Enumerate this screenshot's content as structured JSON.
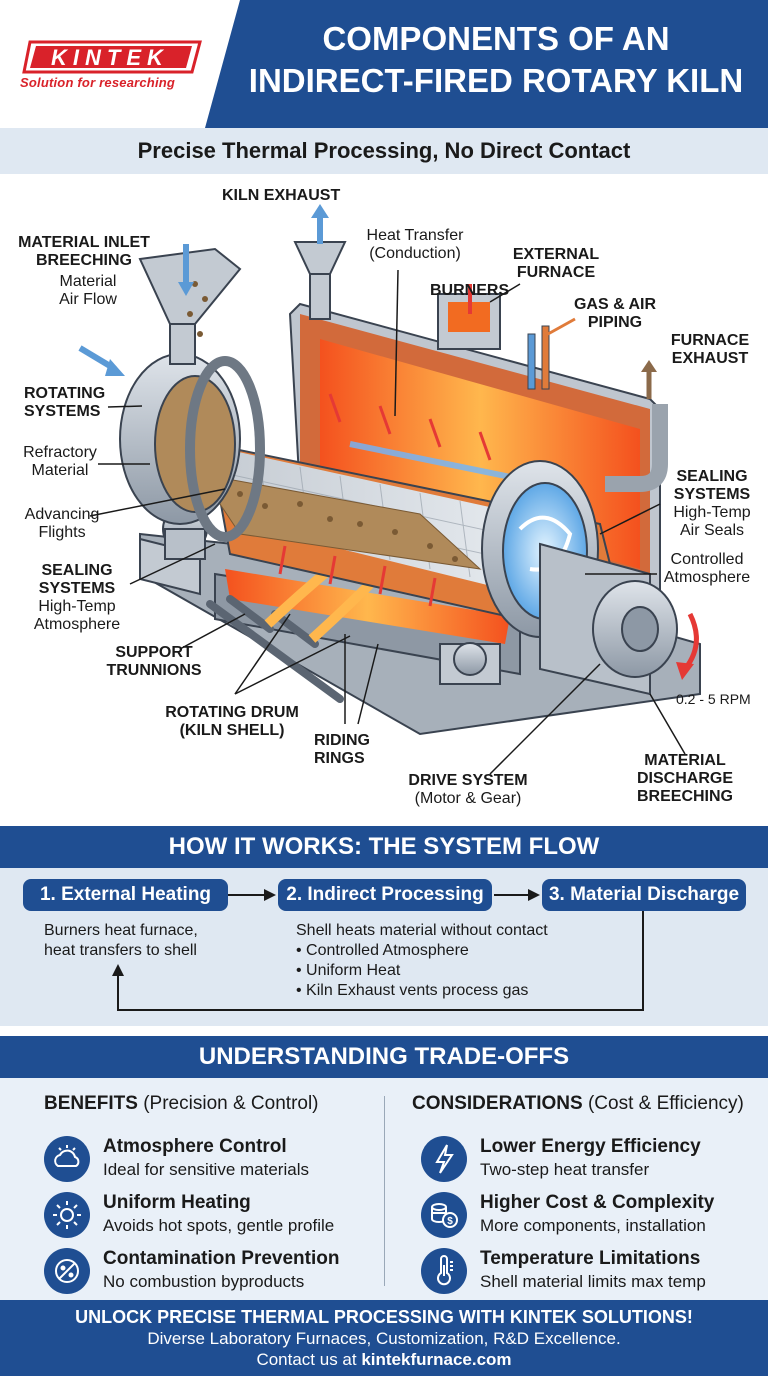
{
  "header": {
    "logo_text": "KINTEK",
    "tagline": "Solution for researching",
    "title_line1": "COMPONENTS OF AN",
    "title_line2": "INDIRECT-FIRED ROTARY KILN",
    "subtitle": "Precise Thermal Processing, No Direct Contact"
  },
  "diagram_labels": {
    "kiln_exhaust": "KILN EXHAUST",
    "material_inlet_1": "MATERIAL INLET",
    "material_inlet_2": "BREECHING",
    "material_air_1": "Material",
    "material_air_2": "Air Flow",
    "heat_transfer_1": "Heat Transfer",
    "heat_transfer_2": "(Conduction)",
    "external_furnace_1": "EXTERNAL",
    "external_furnace_2": "FURNACE",
    "burners": "BURNERS",
    "gas_air_1": "GAS & AIR",
    "gas_air_2": "PIPING",
    "furnace_exhaust_1": "FURNACE",
    "furnace_exhaust_2": "EXHAUST",
    "rotating_systems_1": "ROTATING",
    "rotating_systems_2": "SYSTEMS",
    "refractory_1": "Refractory",
    "refractory_2": "Material",
    "advancing_1": "Advancing",
    "advancing_2": "Flights",
    "sealing_left_1": "SEALING",
    "sealing_left_2": "SYSTEMS",
    "sealing_left_3": "High-Temp",
    "sealing_left_4": "Atmosphere",
    "sealing_right_1": "SEALING",
    "sealing_right_2": "SYSTEMS",
    "sealing_right_3": "High-Temp",
    "sealing_right_4": "Air Seals",
    "controlled_1": "Controlled",
    "controlled_2": "Atmosphere",
    "support_1": "SUPPORT",
    "support_2": "TRUNNIONS",
    "drum_1": "ROTATING DRUM",
    "drum_2": "(KILN SHELL)",
    "riding_1": "RIDING",
    "riding_2": "RINGS",
    "rpm": "0.2 - 5 RPM",
    "drive_1": "DRIVE SYSTEM",
    "drive_2": "(Motor & Gear)",
    "discharge_1": "MATERIAL",
    "discharge_2": "DISCHARGE",
    "discharge_3": "BREECHING"
  },
  "how_it_works": {
    "heading": "HOW IT WORKS: THE SYSTEM FLOW",
    "step1": "1. External Heating",
    "step2": "2. Indirect Processing",
    "step3": "3. Material Discharge",
    "step1_desc_1": "Burners heat furnace,",
    "step1_desc_2": "heat transfers to shell",
    "step2_desc": "Shell heats material without contact",
    "step2_bullets": [
      "• Controlled Atmosphere",
      "• Uniform Heat",
      "• Kiln Exhaust vents process gas"
    ]
  },
  "tradeoffs": {
    "heading": "UNDERSTANDING TRADE-OFFS",
    "benefits_bold": "BENEFITS",
    "benefits_rest": " (Precision & Control)",
    "considerations_bold": "CONSIDERATIONS",
    "considerations_rest": " (Cost & Efficiency)",
    "benefits": [
      {
        "title": "Atmosphere Control",
        "desc": "Ideal for sensitive materials",
        "icon": "cloud-sun-icon"
      },
      {
        "title": "Uniform Heating",
        "desc": "Avoids hot spots, gentle profile",
        "icon": "sun-icon"
      },
      {
        "title": "Contamination Prevention",
        "desc": "No combustion byproducts",
        "icon": "no-contamination-icon"
      }
    ],
    "considerations": [
      {
        "title": "Lower Energy Efficiency",
        "desc": "Two-step heat transfer",
        "icon": "lightning-icon"
      },
      {
        "title": "Higher Cost & Complexity",
        "desc": "More components, installation",
        "icon": "coins-icon"
      },
      {
        "title": "Temperature Limitations",
        "desc": "Shell material limits max temp",
        "icon": "thermometer-icon"
      }
    ]
  },
  "footer": {
    "line1": "UNLOCK PRECISE THERMAL PROCESSING WITH KINTEK SOLUTIONS!",
    "line2": "Diverse Laboratory Furnaces, Customization, R&D Excellence.",
    "line3_prefix": "Contact us at ",
    "line3_link": "kintekfurnace.com"
  },
  "colors": {
    "brand_blue": "#1f4e92",
    "brand_red": "#d9222a",
    "light_band": "#dfe8f2",
    "flame_orange": "#f26b21"
  }
}
